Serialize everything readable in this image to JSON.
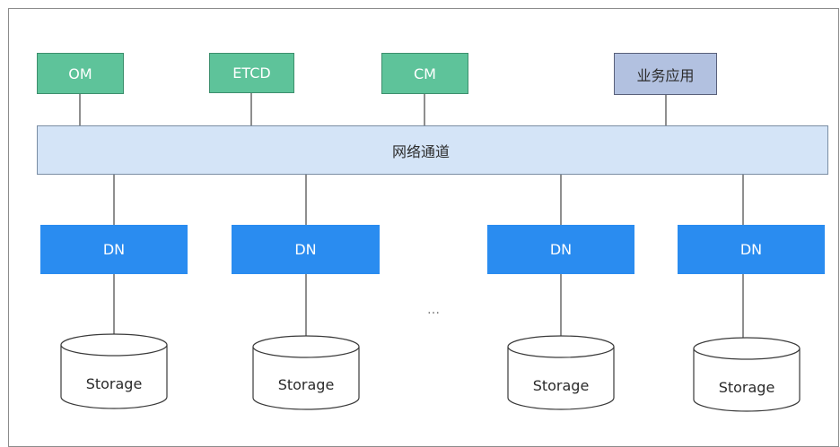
{
  "top_nodes": [
    {
      "label": "OM",
      "color": "#5ec39a"
    },
    {
      "label": "ETCD",
      "color": "#5ec39a"
    },
    {
      "label": "CM",
      "color": "#5ec39a"
    },
    {
      "label": "业务应用",
      "color": "#b2c1e0"
    }
  ],
  "bus": {
    "label": "网络通道",
    "color": "#d4e4f7"
  },
  "dn_nodes": [
    {
      "label": "DN"
    },
    {
      "label": "DN"
    },
    {
      "label": "DN"
    },
    {
      "label": "DN"
    }
  ],
  "dn_color": "#2a8cf0",
  "storage_nodes": [
    {
      "label": "Storage"
    },
    {
      "label": "Storage"
    },
    {
      "label": "Storage"
    },
    {
      "label": "Storage"
    }
  ],
  "ellipsis": "…"
}
